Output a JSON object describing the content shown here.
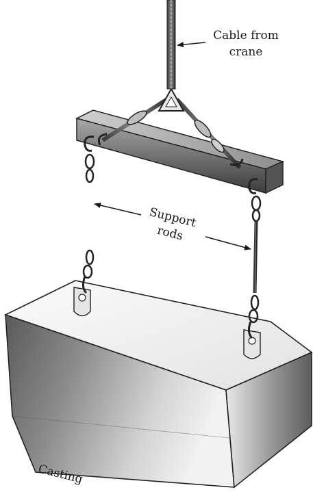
{
  "labels": {
    "cable_line1": "Cable from",
    "cable_line2": "crane",
    "support_line1": "Support",
    "support_line2": "rods",
    "casting": "Casting"
  }
}
